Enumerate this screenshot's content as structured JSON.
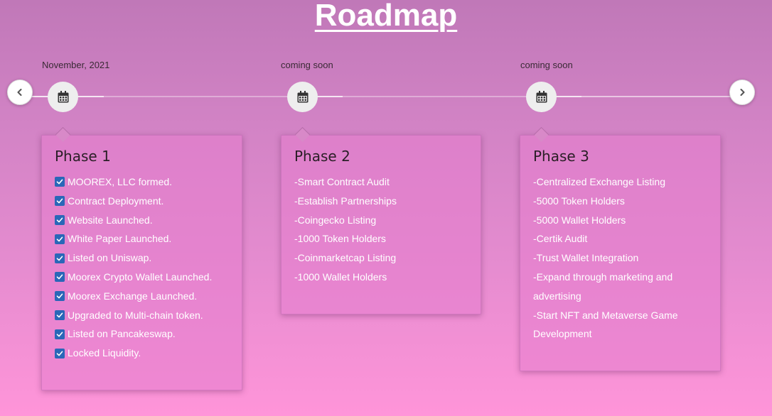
{
  "page": {
    "title": "Roadmap"
  },
  "timeline": {
    "dates": [
      "November, 2021",
      "coming soon",
      "coming soon"
    ],
    "prev_icon": "chevron-left-icon",
    "next_icon": "chevron-right-icon",
    "milestone_icon": "calendar-icon"
  },
  "phases": [
    {
      "title": "Phase 1",
      "items": [
        "MOOREX, LLC formed.",
        "Contract Deployment.",
        "Website Launched.",
        "White Paper Launched.",
        "Listed on Uniswap.",
        "Moorex Crypto Wallet Launched.",
        "Moorex Exchange Launched.",
        "Upgraded to Multi-chain token.",
        "Listed on Pancakeswap.",
        "Locked Liquidity."
      ],
      "checked": true
    },
    {
      "title": "Phase 2",
      "items": [
        "-Smart Contract Audit",
        "-Establish Partnerships",
        "-Coingecko Listing",
        "-1000 Token Holders",
        "-Coinmarketcap Listing",
        "-1000 Wallet Holders"
      ],
      "checked": false
    },
    {
      "title": "Phase 3",
      "items": [
        "-Centralized Exchange Listing",
        "-5000 Token Holders",
        "-5000 Wallet Holders",
        "-Certik Audit",
        "-Trust Wallet Integration",
        "-Expand through marketing and",
        "advertising",
        "-Start NFT and Metaverse Game",
        "Development"
      ],
      "checked": false
    }
  ],
  "colors": {
    "background_top": "#c078b8",
    "background_bottom": "#ff95d9",
    "checkbox": "#2a67b8",
    "title": "#ffffff"
  }
}
